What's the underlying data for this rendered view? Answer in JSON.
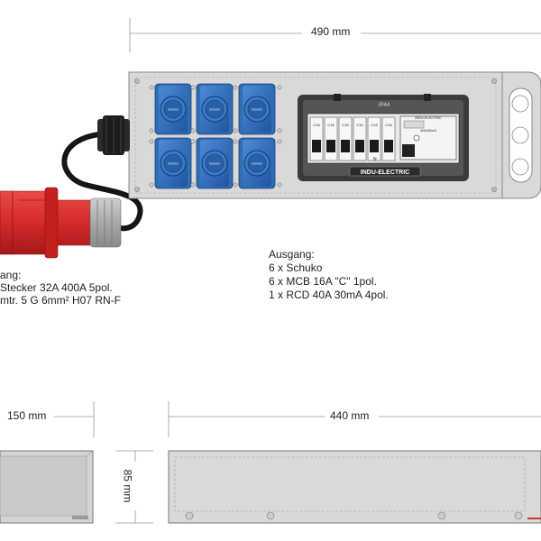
{
  "dimensions": {
    "top_width": "490 mm",
    "side_width": "150 mm",
    "front_width": "440 mm",
    "height": "85 mm"
  },
  "input": {
    "heading": "ang:",
    "lines": [
      "Stecker 32A 400A 5pol.",
      "mtr. 5 G 6mm² H07 RN-F"
    ]
  },
  "output": {
    "heading": "Ausgang:",
    "lines": [
      "6 x Schuko",
      "6 x MCB 16A \"C\" 1pol.",
      "1 x RCD 40A 30mA 4pol."
    ]
  },
  "panel": {
    "ip_rating": "IP44",
    "brand": "INDU-ELECTRIC",
    "brand_small": "INDU-ELECTRIC",
    "mcb_label": "C16",
    "rcd_rating": "40A/30mA",
    "neutral_label": "N"
  },
  "socket_label": "Schuko",
  "colors": {
    "housing": "#d9d9d9",
    "socket_blue": "#2f6db5",
    "plug_red": "#d42a2a",
    "cable": "#151515",
    "panel_dark": "#3a3a3a"
  }
}
